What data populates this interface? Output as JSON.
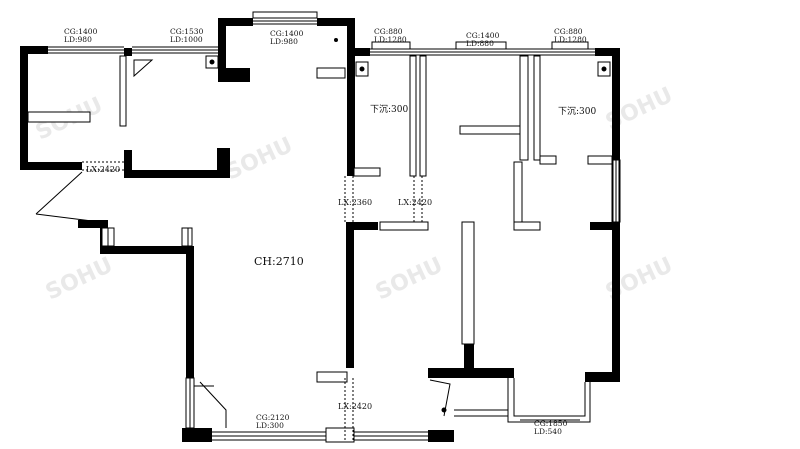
{
  "ceiling_height": "CH:2710",
  "windows": [
    {
      "cg": "CG:1400",
      "ld": "LD:980"
    },
    {
      "cg": "CG:1530",
      "ld": "LD:1000"
    },
    {
      "cg": "CG:1400",
      "ld": "LD:980"
    },
    {
      "cg": "CG:880",
      "ld": "LD:1280"
    },
    {
      "cg": "CG:1400",
      "ld": "LD:880"
    },
    {
      "cg": "CG:880",
      "ld": "LD:1280"
    },
    {
      "cg": "CG:2120",
      "ld": "LD:300"
    },
    {
      "cg": "CG:1850",
      "ld": "LD:540"
    }
  ],
  "lintels": [
    "LX:2420",
    "LX:2360",
    "LX:2420",
    "LX:2420"
  ],
  "sunken": [
    "下沉:300",
    "下沉:300"
  ],
  "watermark": "SOHU"
}
